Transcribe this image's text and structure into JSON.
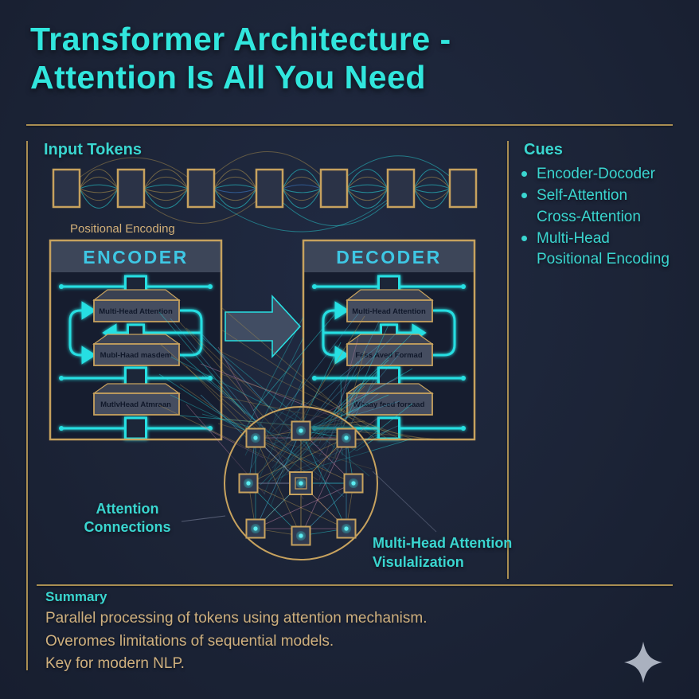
{
  "title": {
    "line1": "Transformer Architecture -",
    "line2": "Attention Is All You Need"
  },
  "diagram": {
    "input_tokens_label": "Input Tokens",
    "positional_encoding_label": "Positional Encoding",
    "encoder": {
      "title": "ENCODER",
      "blocks": [
        "Multi-Head Attention",
        "Mubl-Haad masdem",
        "MutlvHead Atmraan"
      ]
    },
    "decoder": {
      "title": "DECODER",
      "blocks": [
        "Multi-Head Attention",
        "Fess Aved Formad",
        "Whaay feed forsaad"
      ]
    },
    "attention_connections": {
      "line1": "Attention",
      "line2": "Connections"
    },
    "attention_viz": {
      "line1": "Multi-Head Attention",
      "line2": "Visulalization"
    }
  },
  "cues": {
    "title": "Cues",
    "items": [
      {
        "text": "Encoder-Docoder",
        "bullet": true
      },
      {
        "text": "Self-Attention",
        "bullet": true
      },
      {
        "text": "Cross-Attention",
        "bullet": false
      },
      {
        "text": "Multi-Head",
        "bullet": true
      },
      {
        "text": "Positional Encoding",
        "bullet": false
      }
    ]
  },
  "summary": {
    "title": "Summary",
    "lines": [
      "Parallel processing of tokens using attention mechanism.",
      "Overomes limitations of sequential models.",
      "Key for modern NLP."
    ]
  },
  "colors": {
    "background": "#1c2437",
    "accent_cyan": "#2fe0dd",
    "title_cyan": "#31e6dd",
    "gold_line": "#a98e52",
    "panel_border": "#c7a25e",
    "tan_text": "#d3b078",
    "summary_text": "#cfb07e",
    "arrow_fill": "#414d63",
    "sparkle": "#aab1bf"
  }
}
